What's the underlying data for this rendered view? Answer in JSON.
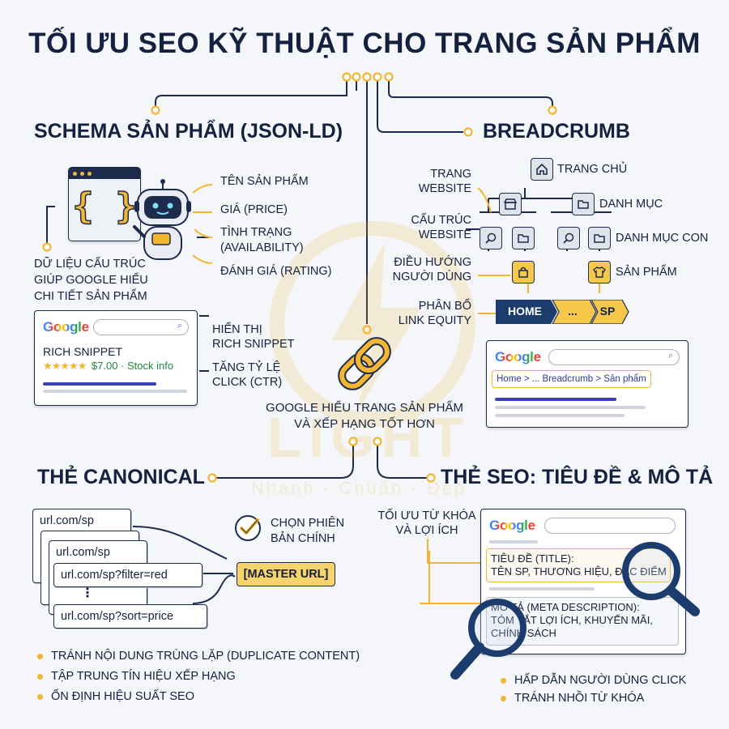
{
  "title": "TỐI ƯU SEO KỸ THUẬT CHO TRANG SẢN PHẨM",
  "watermark": {
    "brand": "LIGHT",
    "tagline": "Nhanh - Chuẩn - Đẹp"
  },
  "center": {
    "text_line1": "GOOGLE HIỂU TRANG SẢN PHẨM",
    "text_line2": "VÀ XẾP HẠNG TỐT HƠN",
    "icon": "link-chain-icon"
  },
  "schema": {
    "title": "SCHEMA SẢN PHẨM (JSON-LD)",
    "code_symbol": "{ }",
    "fields": [
      "TÊN SẢN PHẨM",
      "GIÁ (PRICE)",
      "TÌNH TRẠNG",
      "(AVAILABILITY)",
      "ĐÁNH GIÁ (RATING)"
    ],
    "desc": [
      "DỮ LIỆU CẤU TRÚC",
      "GIÚP GOOGLE HIỂU",
      "CHI TIẾT SẢN PHẨM"
    ],
    "snippet": {
      "google": "Google",
      "label": "RICH SNIPPET",
      "stars": "★★★★★",
      "price_info": "$7.00 · Stock info"
    },
    "benefits": [
      "HIỂN THỊ",
      "RICH SNIPPET",
      "TĂNG TỶ LỆ",
      "CLICK (CTR)"
    ]
  },
  "breadcrumb": {
    "title": "BREADCRUMB",
    "left_labels": [
      "TRANG",
      "WEBSITE",
      "CẤU TRÚC",
      "WEBSITE",
      "ĐIỀU HƯỚNG",
      "NGƯỜI DÙNG",
      "PHÂN BỔ",
      "LINK EQUITY"
    ],
    "nodes": [
      "TRANG CHỦ",
      "DANH MỤC",
      "DANH MỤC CON",
      "SẢN PHẨM"
    ],
    "trail": [
      "HOME",
      "...",
      "SP"
    ],
    "serp": {
      "google": "Google",
      "path": "Home > ... Breadcrumb > Sản phẩm"
    }
  },
  "canonical": {
    "title": "THẺ CANONICAL",
    "urls": [
      "url.com/sp",
      "url.com/sp",
      "url.com/sp?filter=red",
      "⋮",
      "url.com/sp?sort=price"
    ],
    "choose": [
      "CHỌN PHIÊN",
      "BẢN CHÍNH"
    ],
    "master": "[MASTER URL]",
    "bullets": [
      "TRÁNH NỘI DUNG TRÙNG LẶP (DUPLICATE CONTENT)",
      "TẬP TRUNG TÍN HIỆU XẾP HẠNG",
      "ỔN ĐỊNH HIỆU SUẤT SEO"
    ]
  },
  "seo_tags": {
    "title": "THẺ SEO: TIÊU ĐỀ & MÔ TẢ",
    "keyword": [
      "TỐI ƯU TỪ KHÓA",
      "VÀ LỢI ÍCH"
    ],
    "google": "Google",
    "title_box": [
      "TIÊU ĐỀ (TITLE):",
      "TÊN SP, THƯƠNG HIỆU, ĐẶC ĐIỂM"
    ],
    "desc_box": [
      "MÔ TẢ (META DESCRIPTION):",
      "TÓM TẮT LỢI ÍCH, KHUYẾN MÃI,",
      "CHÍNH SÁCH"
    ],
    "bullets": [
      "HẤP DẪN NGƯỜI DÙNG CLICK",
      "TRÁNH NHỒI TỪ KHÓA"
    ]
  },
  "colors": {
    "navy": "#1d2b4d",
    "accent": "#f2b632",
    "google_blue": "#4285F4",
    "google_red": "#EA4335",
    "google_yellow": "#FBBC05",
    "google_green": "#34A853"
  }
}
